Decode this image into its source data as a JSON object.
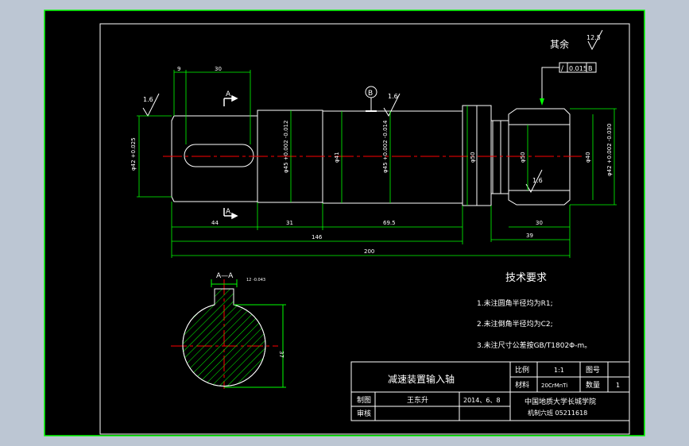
{
  "colors": {
    "background": "#bcc6d3",
    "sheet": "#000000",
    "border": "#00ff00",
    "outline": "#ffffff",
    "dimension": "#00ff00",
    "centerline": "#ff0000",
    "text": "#ffffff"
  },
  "main_view": {
    "section_label": "A",
    "datum_label": "B",
    "surface_finish": [
      "1.6",
      "1.6",
      "1.6",
      "12.5"
    ],
    "other_surfaces": "其余",
    "geometric_tolerance": "0.015",
    "tolerance_datum": "B",
    "dims_top": [
      "9",
      "30"
    ],
    "dims_bottom": [
      "44",
      "31",
      "69.5",
      "30",
      "146",
      "39",
      "200"
    ],
    "diameters": [
      "φ42 +0.025",
      "φ45 +0.002 -0.012",
      "φ41",
      "φ45 +0.002 -0.014",
      "φ50",
      "φ50",
      "φ40",
      "φ42 +0.002 -0.030"
    ]
  },
  "section_view": {
    "label": "A—A",
    "keyway_width": "12 -0.043",
    "depth": "37"
  },
  "tech_requirements": {
    "title": "技术要求",
    "items": [
      "1.未注圆角半径均为R1;",
      "2.未注倒角半径均为C2;",
      "3.未注尺寸公差按GB/T1802Φ-m。"
    ]
  },
  "title_block": {
    "part_name": "减速装置输入轴",
    "scale_label": "比例",
    "scale_value": "1:1",
    "drawing_no_label": "图号",
    "material_label": "材料",
    "material_value": "20CrMnTi",
    "quantity_label": "数量",
    "quantity_value": "1",
    "drawn_label": "制图",
    "drawn_by": "王东升",
    "date": "2014、6、8",
    "checked_label": "审核",
    "school": "中国地质大学长城学院",
    "class_info": "机制六班   05211618"
  }
}
